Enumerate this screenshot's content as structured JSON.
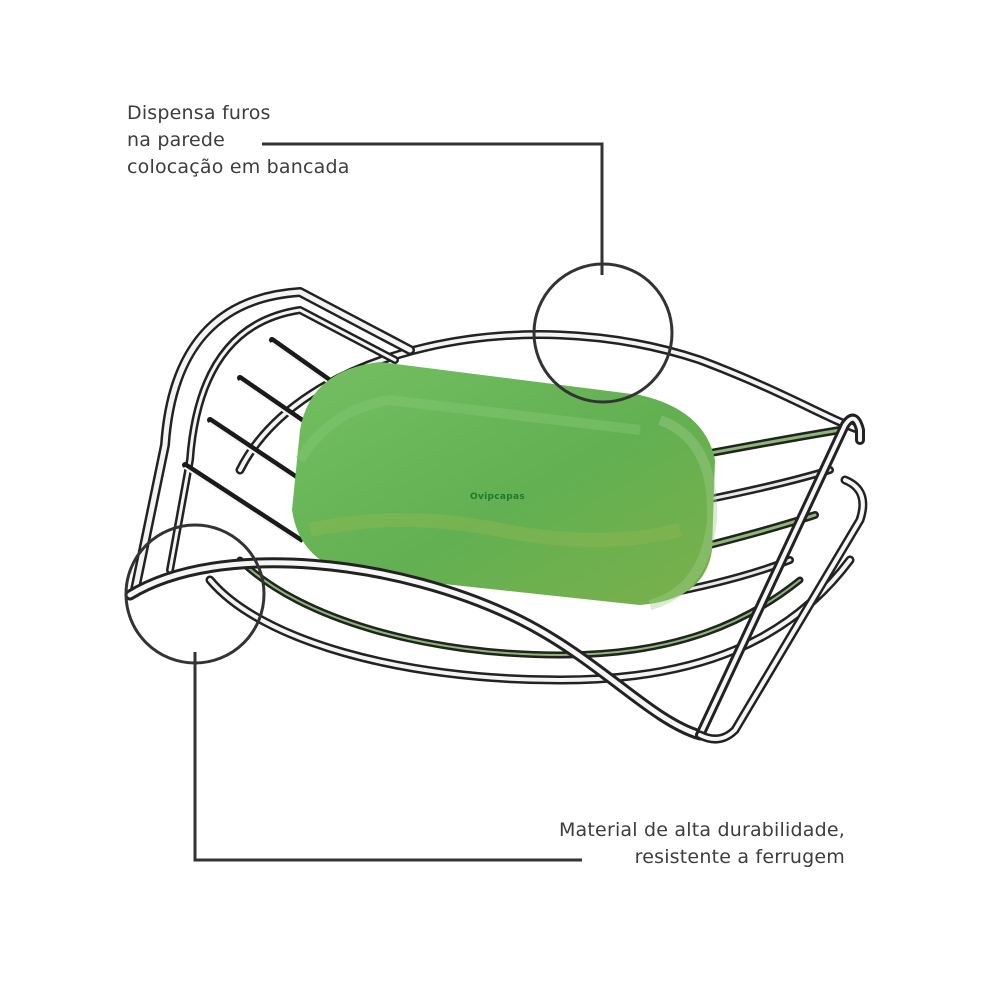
{
  "product": {
    "type": "wire soap dish",
    "soap_color": "#6ab85a",
    "metal_color": "#c9c9c9",
    "soap_label": "Ovipcapas"
  },
  "callouts": {
    "top": {
      "lines": [
        "Dispensa furos",
        "na parede",
        "colocação em bancada"
      ]
    },
    "bottom": {
      "lines": [
        "Material de alta durabilidade,",
        "resistente a ferrugem"
      ]
    }
  },
  "colors": {
    "background": "#ffffff",
    "callout_line": "#333333",
    "text": "#3d3d3d"
  }
}
